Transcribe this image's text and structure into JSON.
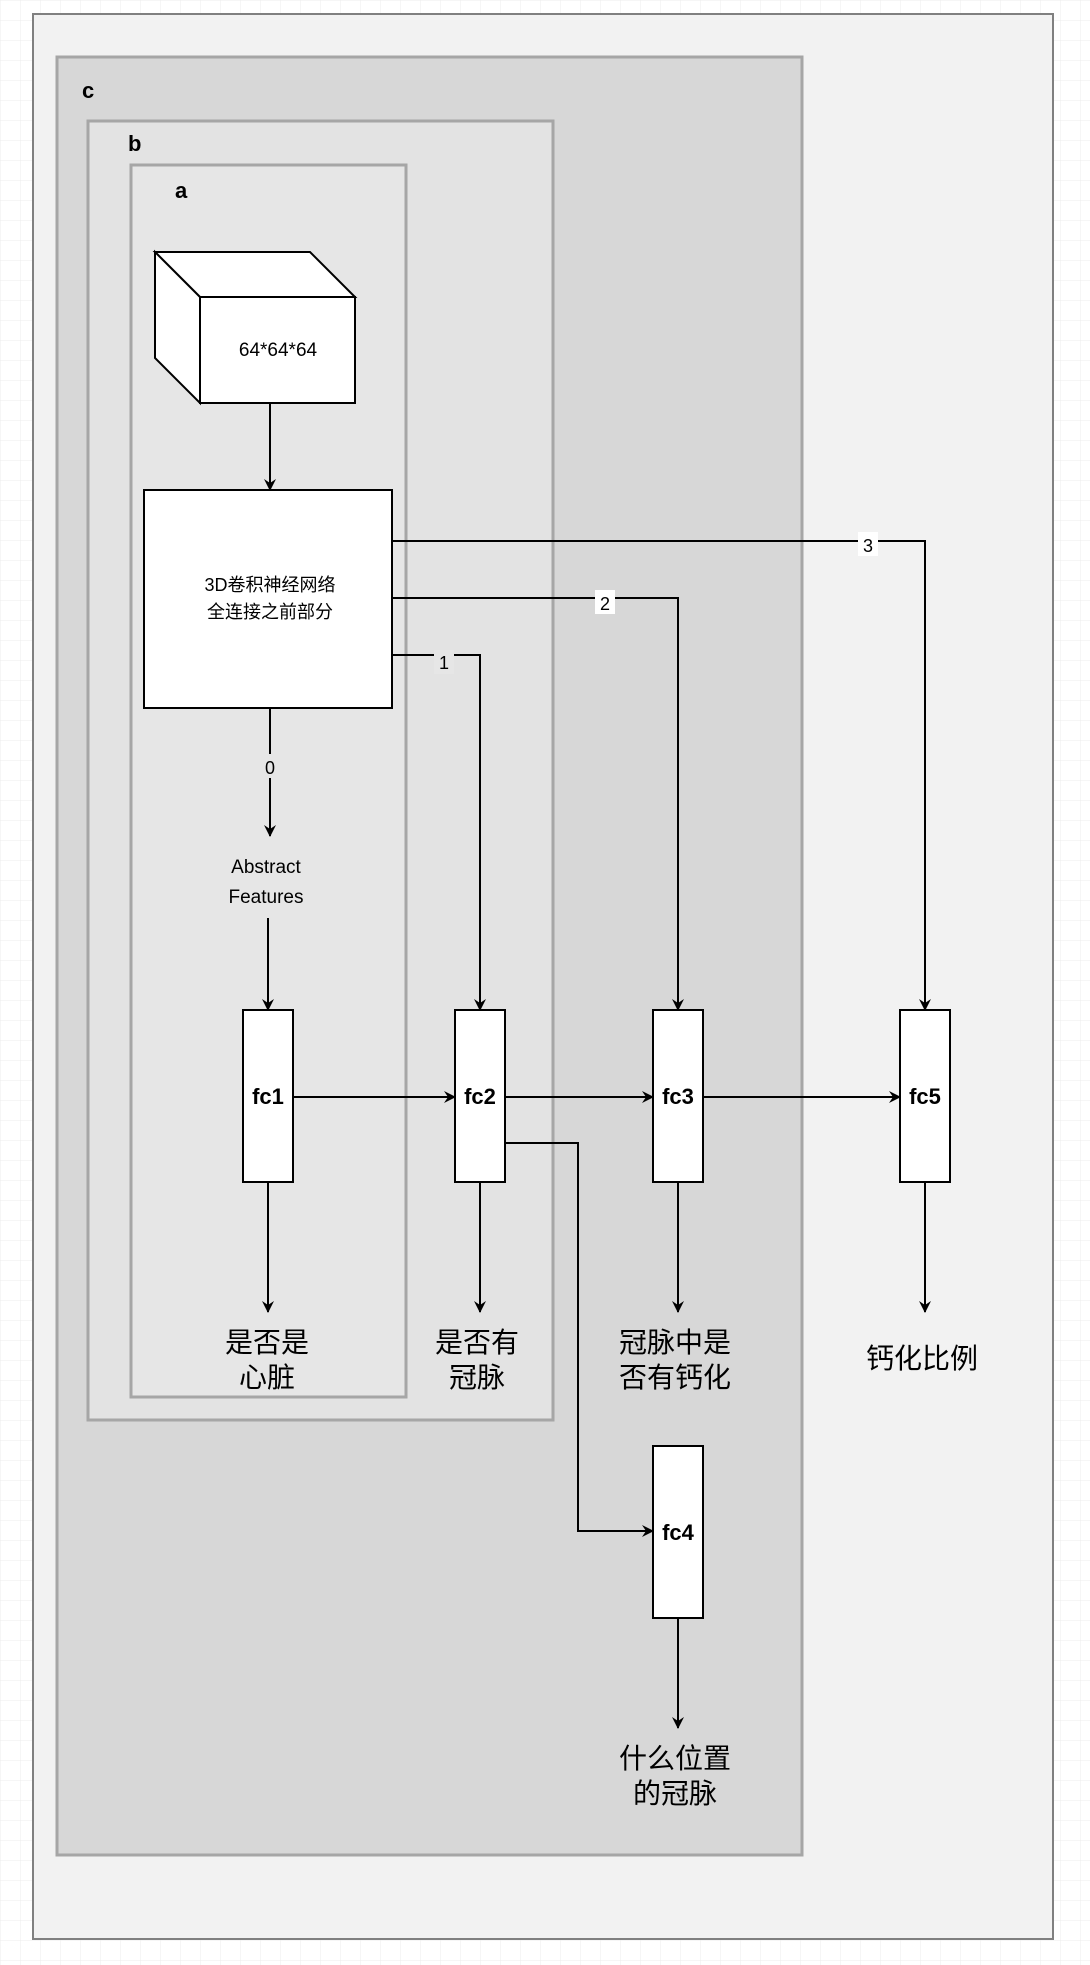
{
  "containers": {
    "c_label": "c",
    "b_label": "b",
    "a_label": "a"
  },
  "input_cube": {
    "label": "64*64*64"
  },
  "cnn_block": {
    "line1": "3D卷积神经网络",
    "line2": "全连接之前部分"
  },
  "edge_labels": {
    "e0": "0",
    "e1": "1",
    "e2": "2",
    "e3": "3"
  },
  "abstract_features": {
    "line1": "Abstract",
    "line2": "Features"
  },
  "fc_blocks": {
    "fc1": "fc1",
    "fc2": "fc2",
    "fc3": "fc3",
    "fc4": "fc4",
    "fc5": "fc5"
  },
  "outputs": {
    "out1_line1": "是否是",
    "out1_line2": "心脏",
    "out2_line1": "是否有",
    "out2_line2": "冠脉",
    "out3_line1": "冠脉中是",
    "out3_line2": "否有钙化",
    "out4_line1": "什么位置",
    "out4_line2": "的冠脉",
    "out5": "钙化比例"
  },
  "colors": {
    "outer_frame": "#f2f2f2",
    "container_c": "#d7d7d7",
    "container_b": "#e3e3e3",
    "container_a": "#e6e6e6",
    "box_fill": "#ffffff",
    "stroke": "#000000",
    "container_stroke": "#a6a6a6"
  }
}
